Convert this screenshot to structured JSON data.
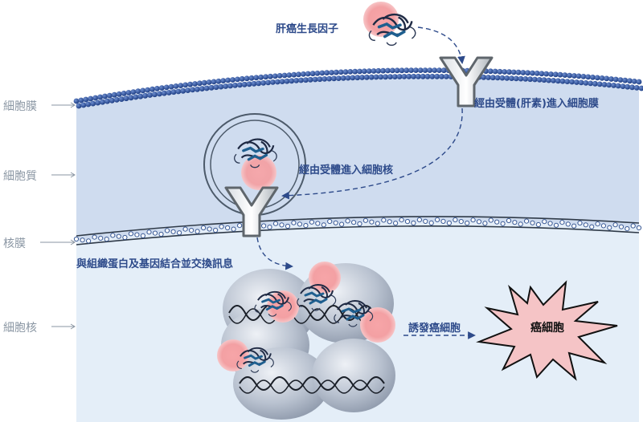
{
  "labels": {
    "cell_membrane": "細胞膜",
    "cytoplasm": "細胞質",
    "nuclear_membrane": "核膜",
    "nucleus": "細胞核"
  },
  "callouts": {
    "growth_factor": "肝癌生長因子",
    "enter_membrane": "經由受體(肝素)進入細胞膜",
    "enter_nucleus": "經由受體進入細胞核",
    "bind_histone": "與組織蛋白及基因結合並交換訊息",
    "induce_cancer": "誘發癌細胞",
    "cancer_cell": "癌細胞"
  },
  "colors": {
    "cytoplasm": "#cfdcef",
    "nucleus": "#e4eef8",
    "membrane_bead": "#2a4f95",
    "callout_text": "#2d4a8a",
    "side_label": "#8a96a3",
    "receptor": "#5f666c",
    "factor_blob": "#f4a3a5",
    "arrow": "#2d4a8a"
  },
  "icons": [
    "receptor-y-icon",
    "growth-factor-protein-icon",
    "nucleosome-icon",
    "cancer-cell-starburst-icon"
  ]
}
